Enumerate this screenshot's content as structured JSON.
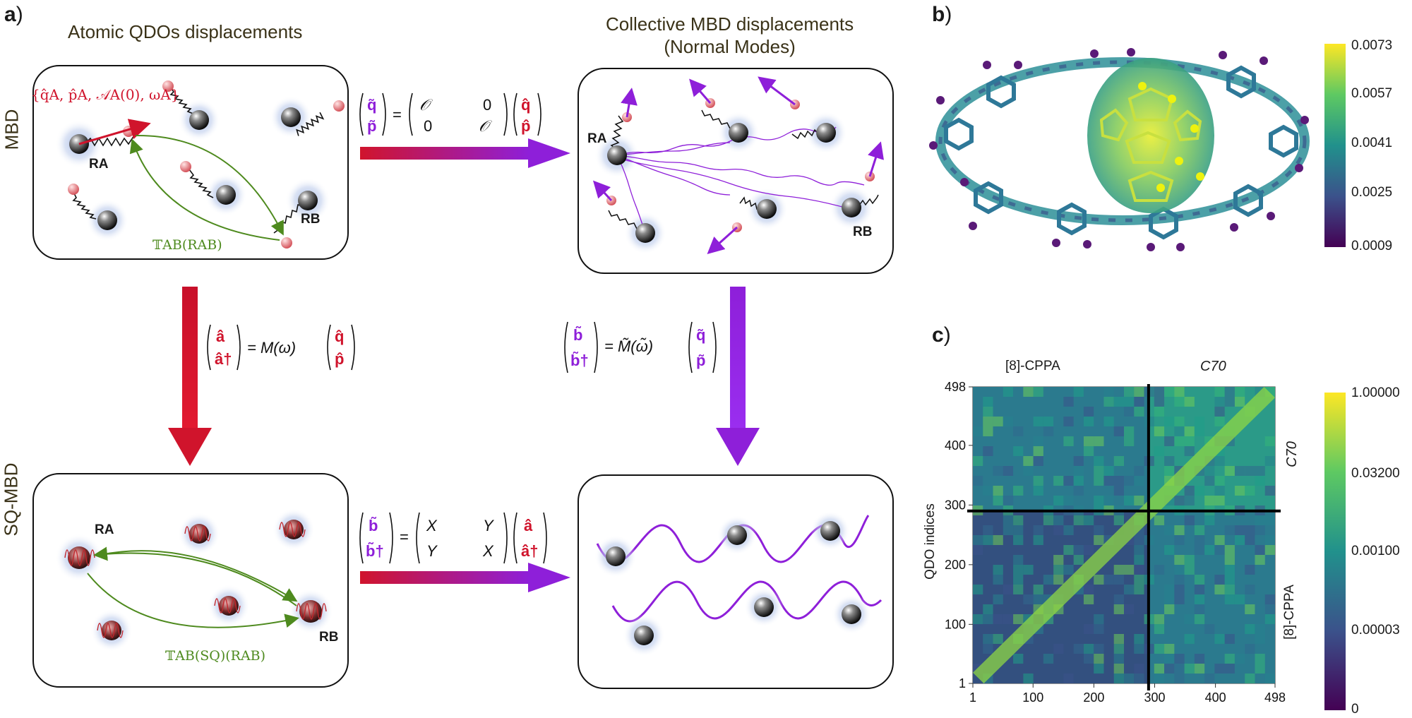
{
  "panel_a": {
    "letter": "a",
    "heading_left": "Atomic QDOs displacements",
    "heading_right_line1": "Collective MBD displacements",
    "heading_right_line2": "(Normal Modes)",
    "row_mbd": "MBD",
    "row_sq": "SQ-MBD",
    "mbd_box": {
      "params": "{q̂A, p̂A, 𝒜A(0), ωA}",
      "ra": "RA",
      "rb": "RB",
      "coupling": "𝕋AB(RAB)"
    },
    "nm_box": {
      "ra": "RA",
      "rb": "RB"
    },
    "sq_box": {
      "ra": "RA",
      "rb": "RB",
      "coupling": "𝕋AB(SQ)(RAB)"
    },
    "eq_top": {
      "lhs_top": "q̃",
      "lhs_bot": "p̃",
      "mid": "=",
      "m11": "𝒪",
      "m12": "0",
      "m21": "0",
      "m22": "𝒪",
      "rhs_top": "q̂",
      "rhs_bot": "p̂"
    },
    "eq_left": {
      "lhs_top": "â",
      "lhs_bot": "â†",
      "mid": "= M(ω)",
      "rhs_top": "q̂",
      "rhs_bot": "p̂"
    },
    "eq_right": {
      "lhs_top": "b̃",
      "lhs_bot": "b̃†",
      "mid": "= M̃(ω̃)",
      "rhs_top": "q̃",
      "rhs_bot": "p̃"
    },
    "eq_bottom": {
      "lhs_top": "b̃",
      "lhs_bot": "b̃†",
      "mid": "=",
      "m11": "X",
      "m12": "Y",
      "m21": "Y",
      "m22": "X",
      "rhs_top": "â",
      "rhs_bot": "â†"
    },
    "colors": {
      "red": "#d0142c",
      "purple": "#8e1fd9",
      "green": "#4e8a1e",
      "ball_glow": "#9fb6e6"
    }
  },
  "panel_b": {
    "letter": "b",
    "colorbar_ticks": [
      "0.0073",
      "0.0057",
      "0.0041",
      "0.0025",
      "0.0009"
    ]
  },
  "panel_c": {
    "letter": "c",
    "top_label_left": "[8]-CPPA",
    "top_label_right": "C70",
    "right_label_top": "C70",
    "right_label_bottom": "[8]-CPPA",
    "ylabel": "QDO indices",
    "colorbar_ticks": [
      "1.00000",
      "0.03200",
      "0.00100",
      "0.00003",
      "0"
    ]
  },
  "chart_data": {
    "type": "heatmap",
    "xlabel": "",
    "ylabel": "QDO indices",
    "x_ticks": [
      1,
      100,
      200,
      300,
      400,
      498
    ],
    "y_ticks": [
      1,
      100,
      200,
      300,
      400,
      498
    ],
    "xlim": [
      1,
      498
    ],
    "ylim": [
      1,
      498
    ],
    "block_boundary": 290,
    "blocks": [
      "[8]-CPPA",
      "C70"
    ],
    "colorbar_ticks": [
      1.0,
      0.032,
      0.001,
      3e-05,
      0
    ],
    "colormap": "viridis"
  }
}
